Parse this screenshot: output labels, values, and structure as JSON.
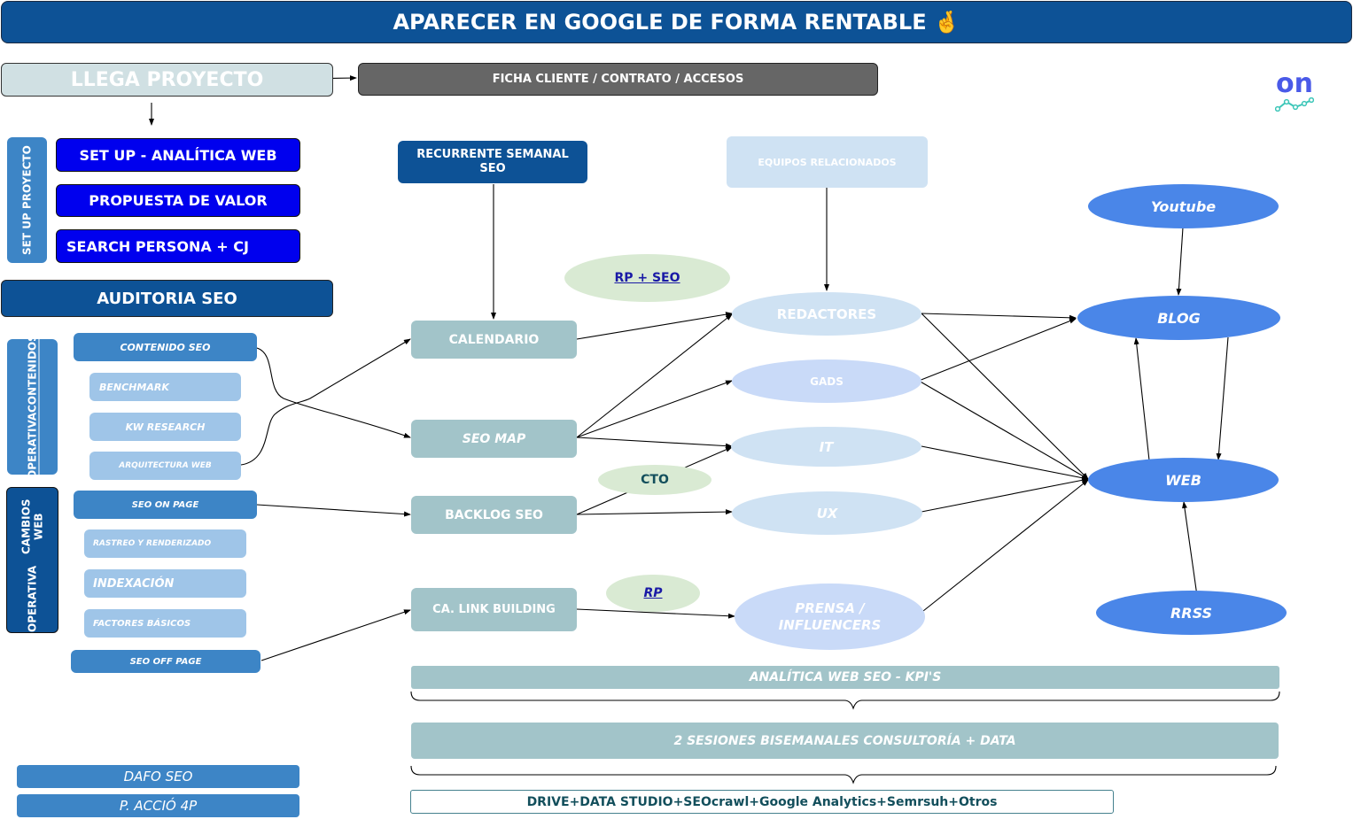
{
  "header": {
    "title": "APARECER EN GOOGLE DE FORMA RENTABLE",
    "emoji": "🤞"
  },
  "logo": {
    "text": "on",
    "icon": "trend-line-icon"
  },
  "top_row": {
    "llega_proyecto": "LLEGA PROYECTO",
    "ficha": "FICHA CLIENTE / CONTRATO / ACCESOS"
  },
  "setup": {
    "group_label": "SET UP PROYECTO",
    "items": [
      "SET UP - ANALÍTICA WEB",
      "PROPUESTA DE VALOR",
      "SEARCH PERSONA + CJ"
    ]
  },
  "auditoria": "AUDITORIA SEO",
  "operativa_contenidos": {
    "group_label_1": "OPERATIVA",
    "group_label_2": "CONTENIDOS",
    "main": "CONTENIDO SEO",
    "items": [
      "BENCHMARK",
      "KW RESEARCH",
      "ARQUITECTURA WEB"
    ]
  },
  "operativa_web": {
    "group_label_1": "OPERATIVA",
    "group_label_2": "CAMBIOS WEB",
    "main": "SEO ON PAGE",
    "items": [
      "RASTREO Y RENDERIZADO",
      "INDEXACIÓN",
      "FACTORES BÁSICOS"
    ],
    "off_page": "SEO OFF PAGE"
  },
  "bottom_left": [
    "DAFO SEO",
    "P. ACCIÓ 4P"
  ],
  "process": {
    "recurrente": "RECURRENTE SEMANAL SEO",
    "calendario": "CALENDARIO",
    "seo_map": "SEO MAP",
    "backlog": "BACKLOG SEO",
    "link_building": "CA. LINK BUILDING"
  },
  "labels": {
    "rp_seo": "RP + SEO",
    "cto": "CTO",
    "rp": "RP"
  },
  "teams": {
    "header": "EQUIPOS RELACIONADOS",
    "items": [
      "REDACTORES",
      "GADS",
      "IT",
      "UX",
      "PRENSA / INFLUENCERS"
    ]
  },
  "channels": {
    "youtube": "Youtube",
    "blog": "BLOG",
    "web": "WEB",
    "rrss": "RRSS"
  },
  "footer": {
    "analitica": "ANALÍTICA WEB SEO - KPI'S",
    "sesiones": "2 SESIONES BISEMANALES CONSULTORÍA + DATA",
    "tools": "DRIVE+DATA STUDIO+SEOcrawl+Google Analytics+Semrsuh+Otros"
  },
  "colors": {
    "header_bg": "#0d5296",
    "setup_blue": "#0000ee",
    "mid_blue": "#3d85c6",
    "light_blue": "#9fc5e8",
    "teal_gray": "#a2c4c9",
    "team_light": "#cfe2f3",
    "team_lavender": "#c9daf8",
    "channel_blue": "#4a86e8",
    "label_green": "#d9ead3",
    "dark_gray": "#666666"
  }
}
